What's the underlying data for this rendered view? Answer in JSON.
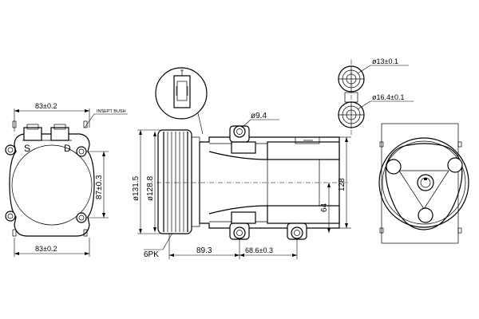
{
  "labels": {
    "rear_top_width": "83±0.2",
    "rear_bottom_width": "83±0.2",
    "rear_height": "87±0.3",
    "insert_bush": "INSEPT BUSH",
    "port_s": "S",
    "port_d": "D",
    "dia_131": "ø131.5",
    "dia_128": "ø128.8",
    "dia_94": "ø9.4",
    "len_893": "89.3",
    "len_686": "68.6±0.3",
    "pulley": "6PK",
    "height_128": "128",
    "height_64": "64",
    "fit_13": "ø13±0.1",
    "fit_164": "ø16.4±0.1"
  }
}
